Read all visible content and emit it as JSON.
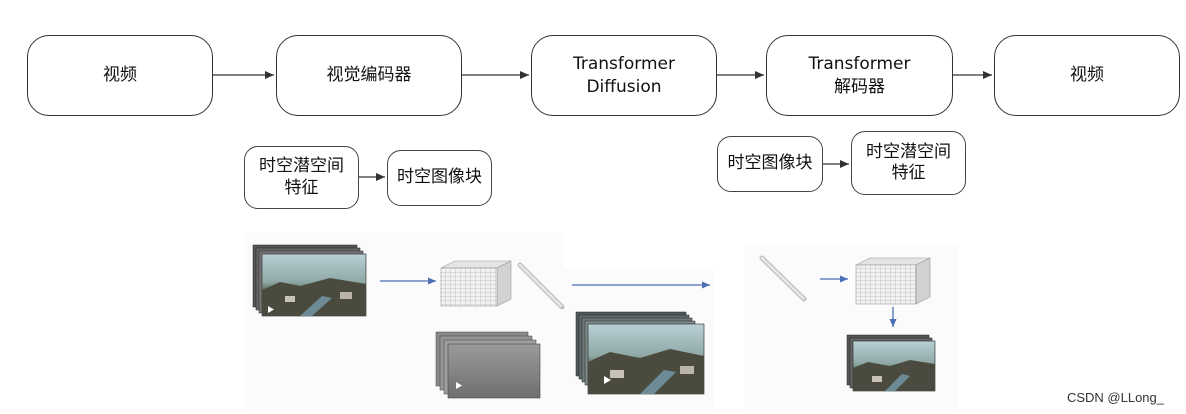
{
  "flow": {
    "nodes": [
      {
        "line1": "视频",
        "line2": ""
      },
      {
        "line1": "视觉编码器",
        "line2": ""
      },
      {
        "line1": "Transformer",
        "line2": "Diffusion"
      },
      {
        "line1": "Transformer",
        "line2": "解码器"
      },
      {
        "line1": "视频",
        "line2": ""
      }
    ]
  },
  "encoder_detail": {
    "latent": {
      "line1": "时空潜空间",
      "line2": "特征"
    },
    "patches": "时空图像块"
  },
  "decoder_detail": {
    "patches": "时空图像块",
    "latent": {
      "line1": "时空潜空间",
      "line2": "特征"
    }
  },
  "watermark": "CSDN @LLong_"
}
